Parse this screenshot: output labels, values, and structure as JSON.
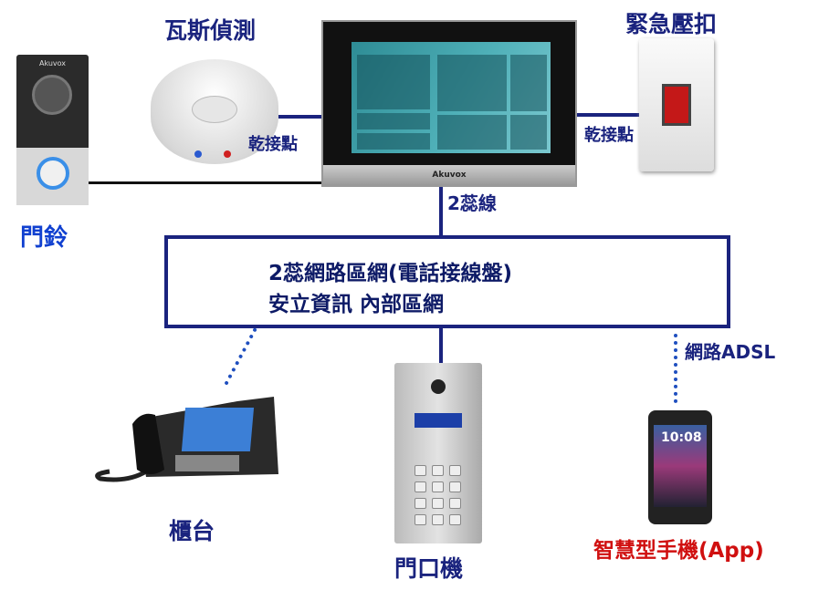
{
  "labels": {
    "gas_detector": "瓦斯偵測",
    "panic_button": "緊急壓扣",
    "doorbell": "門鈴",
    "dry_contact_left": "乾接點",
    "dry_contact_right": "乾接點",
    "two_wire": "2蕊線",
    "network_adsl": "網路ADSL",
    "reception": "櫃台",
    "door_station": "門口機",
    "smartphone": "智慧型手機(App)"
  },
  "lan_box": {
    "line1": "2蕊網路區網(電話接線盤)",
    "line2": "安立資訊 內部區網"
  },
  "devices": {
    "monitor_brand": "Akuvox",
    "doorbell_brand": "Akuvox",
    "phone_clock": "10:08"
  },
  "colors": {
    "line": "#1a237e",
    "doorbell_label": "#1040d0",
    "smartphone_label": "#d01010"
  }
}
